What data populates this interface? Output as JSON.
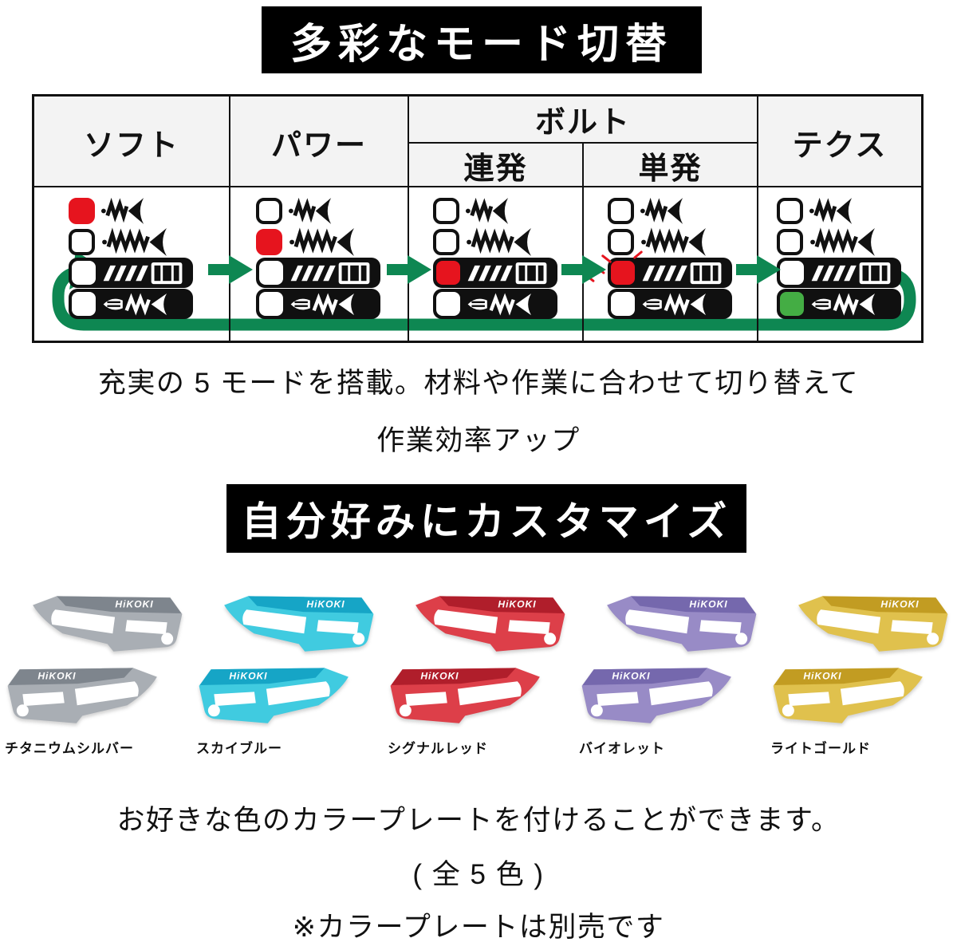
{
  "banners": {
    "mode_switch": "多彩なモード切替",
    "customize": "自分好みにカスタマイズ"
  },
  "table": {
    "headers": {
      "soft": "ソフト",
      "power": "パワー",
      "bolt": "ボルト",
      "renpatsu": "連発",
      "tanpatsu": "単発",
      "tex": "テクス"
    },
    "row_icons": [
      "short-screw",
      "long-screw",
      "bolt",
      "tex-screw"
    ],
    "modes": [
      {
        "name": "soft",
        "active_row": 0,
        "active_color": "#e6141e",
        "blink": false
      },
      {
        "name": "power",
        "active_row": 1,
        "active_color": "#e6141e",
        "blink": false
      },
      {
        "name": "bolt-renpatsu",
        "active_row": 2,
        "active_color": "#e6141e",
        "blink": false
      },
      {
        "name": "bolt-tanpatsu",
        "active_row": 2,
        "active_color": "#e6141e",
        "blink": true
      },
      {
        "name": "tex",
        "active_row": 3,
        "active_color": "#44ad44",
        "blink": false
      }
    ]
  },
  "captions": {
    "modes_line1": "充実の 5 モードを搭載。材料や作業に合わせて切り替えて",
    "modes_line2": "作業効率アップ",
    "plates_line1": "お好きな色のカラープレートを付けることができます。",
    "plates_line2": "( 全 5 色 )",
    "plates_line3": "※カラープレートは別売です"
  },
  "brand": "HiKOKI",
  "plates": [
    {
      "name": "チタニウムシルバー",
      "color": "#a9aeb4",
      "dark": "#7e858d"
    },
    {
      "name": "スカイブルー",
      "color": "#40cbe0",
      "dark": "#16a5c6"
    },
    {
      "name": "シグナルレッド",
      "color": "#dd3f49",
      "dark": "#b01e2b"
    },
    {
      "name": "バイオレット",
      "color": "#988bc6",
      "dark": "#7568ad"
    },
    {
      "name": "ライトゴールド",
      "color": "#e0c14d",
      "dark": "#c29c22"
    }
  ],
  "icons": {
    "next_arrow": "green-right-arrow",
    "cycle_arrow": "green-loop-arrow",
    "blink_marks": "red-blink-sparks"
  },
  "colors": {
    "accent_red": "#e6141e",
    "accent_green": "#44ad44",
    "arrow_green": "#0e8752",
    "banner_bg": "#000000",
    "banner_fg": "#ffffff",
    "table_header_bg": "#f3f3f3",
    "table_border": "#111111"
  }
}
